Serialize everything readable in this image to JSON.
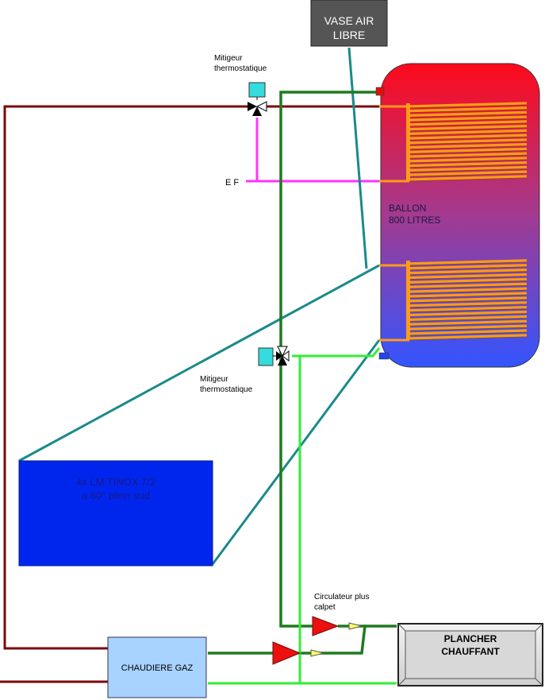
{
  "labels": {
    "vase_line1": "VASE AIR",
    "vase_line2": "LIBRE",
    "mitigeur_top_line1": "Mitigeur",
    "mitigeur_top_line2": "thermostatique",
    "ef": "E F",
    "ballon_line1": "BALLON",
    "ballon_line2": "800 LITRES",
    "mitigeur_bottom_line1": "Mitigeur",
    "mitigeur_bottom_line2": "thermostatique",
    "panel_line1": "4x LM TINOX 7/2",
    "panel_line2": "a 60° plein sud",
    "circulateur_line1": "Circulateur plus",
    "circulateur_line2": "calpet",
    "plancher_line1": "PLANCHER",
    "plancher_line2": "CHAUFFANT",
    "chaudiere": "CHAUDIERE GAZ"
  },
  "colors": {
    "dark_red_pipe": "#7a0a0a",
    "green_pipe": "#1f7a1f",
    "light_green_pipe": "#33ee33",
    "teal_pipe": "#1a8a8a",
    "magenta_pipe": "#ff33ff",
    "coil_orange": "#ff9a1a",
    "tank_top": "#ff0a1a",
    "tank_bottom": "#3355ff",
    "panel_blue": "#0026ee",
    "boiler_fill": "#a8d2ff",
    "vase_fill": "#555555",
    "valve_box": "#33dddd",
    "pump_red": "#ee0f0f"
  }
}
